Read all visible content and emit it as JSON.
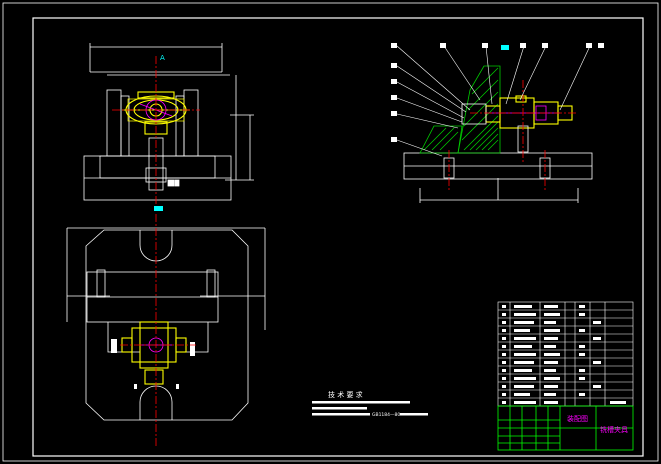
{
  "tech_requirements": {
    "title": "技 术 要 求",
    "line3": "GB1184—80"
  },
  "title_block": {
    "drawing_type": "装配图",
    "drawing_name": "铣槽夹具"
  },
  "colors": {
    "background": "#000000",
    "frame": "#ffffff",
    "part": "#ffff00",
    "hatch": "#00cc00",
    "centerline": "#ff0000",
    "balloon": "#00ffff",
    "dim": "#ffffff",
    "titleblock_green": "#00ff00",
    "magenta": "#ff00ff"
  }
}
